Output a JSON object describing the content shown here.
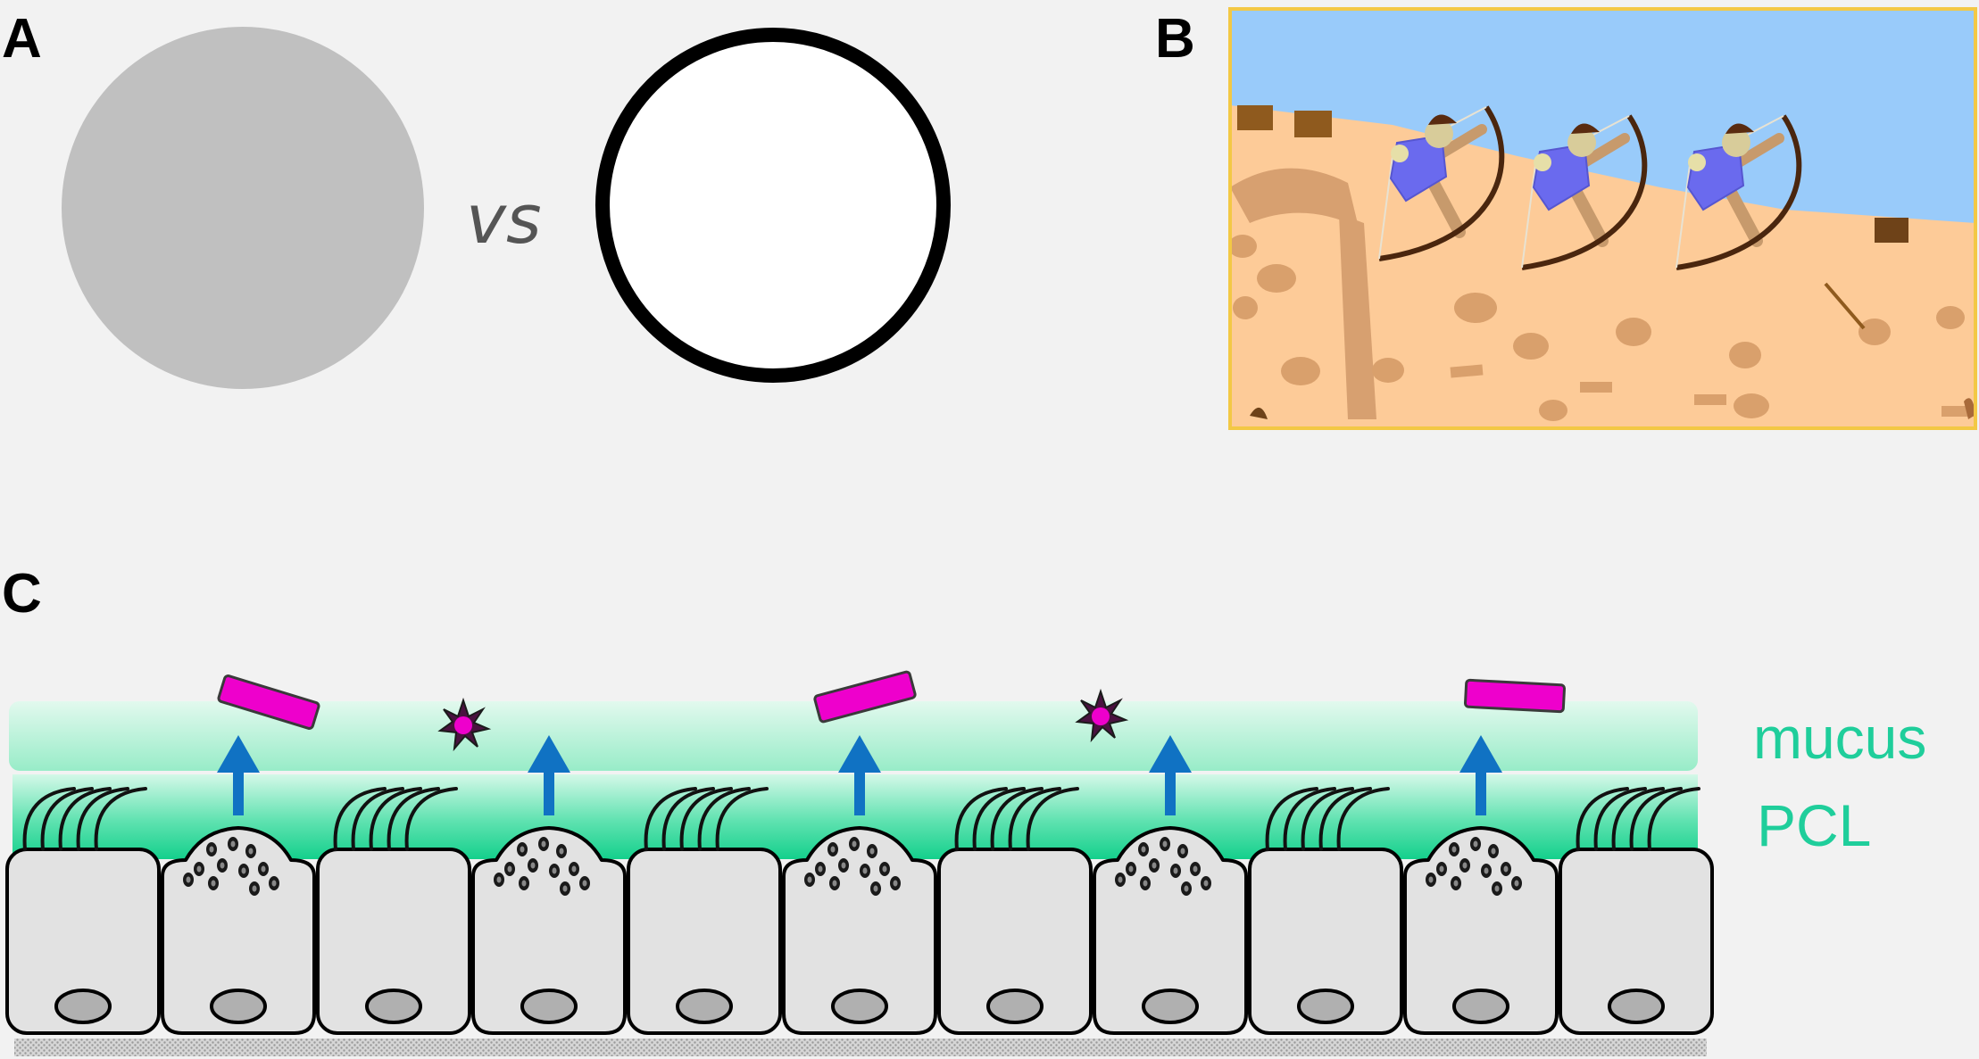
{
  "figure": {
    "panel_labels": {
      "a": "A",
      "b": "B",
      "c": "C"
    },
    "panel_a": {
      "comparison_word": "vs",
      "filled_circle_color": "#c0c0c0",
      "outline_circle_fill": "#ffffff",
      "outline_circle_stroke": "#000000"
    },
    "panel_b": {
      "scene_elements": [
        "sky",
        "castle-wall",
        "archer",
        "archer",
        "archer",
        "arrow"
      ],
      "sky_color": "#99cbfa",
      "wall_color": "#fdcb98",
      "archer_tunic_color": "#6a6aee",
      "frame_color": "#f3c845"
    },
    "panel_c": {
      "layers": {
        "mucus": "mucus",
        "pcl": "PCL"
      },
      "label_color": "#1fce9b",
      "mucus_color": "#a8f0cf",
      "pcl_color": "#22d68f",
      "cell_fill": "#e2e2e2",
      "nucleus_fill": "#b0b0b0",
      "arrow_color": "#1072c3",
      "particle_color": "#ee00cc",
      "cell_types": [
        "ciliated",
        "goblet",
        "ciliated",
        "goblet",
        "ciliated",
        "goblet",
        "ciliated",
        "goblet",
        "ciliated",
        "goblet",
        "ciliated"
      ],
      "particle_types": [
        "rod",
        "star",
        "rod",
        "star",
        "rod"
      ]
    }
  }
}
